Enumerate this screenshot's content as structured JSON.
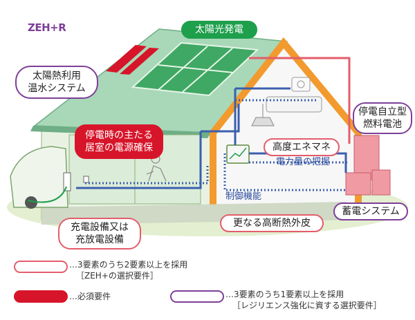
{
  "logo": "ZEH+R",
  "labels": {
    "solar_power": "太陽光発電",
    "solar_heat_line1": "太陽熱利用",
    "solar_heat_line2": "温水システム",
    "power_room_line1": "停電時の主たる",
    "power_room_line2": "居室の電源確保",
    "fuel_cell_line1": "停電自立型",
    "fuel_cell_line2": "燃料電池",
    "efficient_equipment": "高度エネマネ",
    "power_monitoring": "電力量の把握",
    "control_function": "制御機能",
    "battery_system": "蓄電システム",
    "insulation": "更なる高断熱外皮",
    "charging_line1": "充電設備又は",
    "charging_line2": "充放電設備"
  },
  "legend": {
    "pink_line1": "…3要素のうち2要素以上を採用",
    "pink_line2": "［ZEH+の選択要件］",
    "red_line1": "…必須要件",
    "purple_line1": "…3要素のうち1要素以上を採用",
    "purple_line2": "［レジリエンス強化に資する選択要件］"
  },
  "colors": {
    "required_red": "#d7152a",
    "zeh_plus_pink": "#e35d6a",
    "resilience_purple": "#7d3f98",
    "solar_green": "#1e9f4c"
  }
}
